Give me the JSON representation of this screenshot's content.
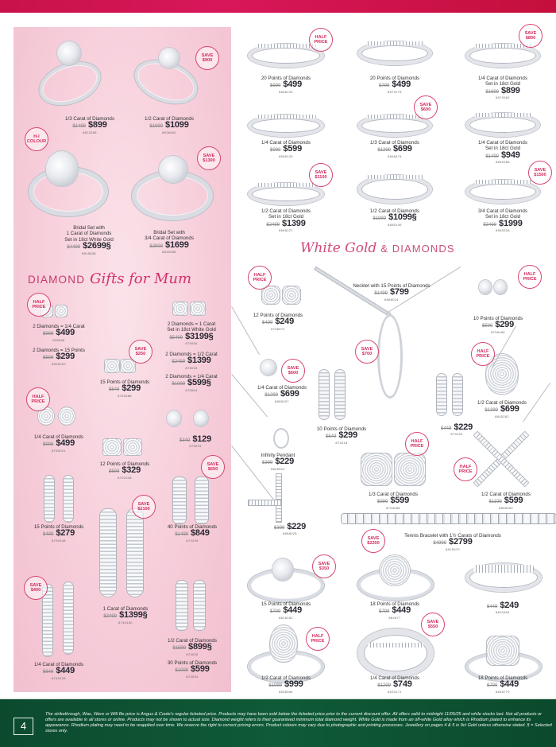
{
  "page": {
    "page_number": "4",
    "colors": {
      "banner": "#c8124a",
      "panel_pink": "#f6ccd9",
      "badge_pink": "#d42a5c",
      "footer_green": "#0f5a37"
    }
  },
  "sections": {
    "left_title_caps": "DIAMOND",
    "left_title_script": "Gifts for Mum",
    "right_title_script": "White Gold",
    "right_title_caps": "& DIAMONDS"
  },
  "left_products": [
    {
      "name": "1/3 Carat of Diamonds",
      "was": "$1499",
      "now": "$899",
      "sku": "8623288"
    },
    {
      "name": "1/2 Carat of Diamonds",
      "was": "$1999",
      "now": "$1099",
      "sku": "8928462",
      "badge": [
        "SAVE",
        "$900"
      ]
    },
    {
      "name": "Bridal Set with|1 Carat of Diamonds|Set in 18ct White Gold",
      "was": "$4499",
      "now": "$2699§",
      "sku": "8545838",
      "badge": [
        "H-I",
        "COLOUR"
      ]
    },
    {
      "name": "Bridal Set with|3/4 Carat of Diamonds",
      "was": "$2999",
      "now": "$1699",
      "sku": "8545058",
      "badge": [
        "SAVE",
        "$1300"
      ]
    }
  ],
  "gifts": [
    {
      "name": "2 Diamonds = 1/4 Carat",
      "was": "$999",
      "now": "$499",
      "sku": "835068",
      "badge": [
        "HALF",
        "PRICE"
      ]
    },
    {
      "name": "2 Diamonds = 15 Points",
      "was": "$599",
      "now": "$299",
      "sku": "8356020"
    },
    {
      "name": "2 Diamonds = 1 Carat|Set in 18ct White Gold",
      "was": "$5499",
      "now": "$3199§",
      "sku": "875054"
    },
    {
      "name": "15 Points of Diamonds",
      "was": "$549",
      "now": "$299",
      "sku": "8753388",
      "badge": [
        "SAVE",
        "$250"
      ]
    },
    {
      "name": "2 Diamonds = 1/2 Carat",
      "was": "$2499",
      "now": "$1399",
      "sku": "875033"
    },
    {
      "name": "2 Diamonds = 1/4 Carat",
      "was": "$1099",
      "now": "$599§",
      "sku": "875064"
    },
    {
      "name": "1/4 Carat of Diamonds",
      "was": "$999",
      "now": "$499",
      "sku": "8789021",
      "badge": [
        "HALF",
        "PRICE"
      ]
    },
    {
      "name": "",
      "was": "$349",
      "now": "$129",
      "sku": "879023"
    },
    {
      "name": "12 Points of Diamonds",
      "was": "$599",
      "now": "$329",
      "sku": "8791048"
    },
    {
      "name": "15 Points of Diamonds",
      "was": "$499",
      "now": "$279",
      "sku": "8790248"
    },
    {
      "name": "40 Points of Diamonds",
      "was": "$1499",
      "now": "$849",
      "sku": "874249",
      "badge": [
        "SAVE",
        "$650"
      ]
    },
    {
      "name": "1 Carat of Diamonds",
      "was": "$3499",
      "now": "$1399§",
      "sku": "8740180",
      "badge": [
        "SAVE",
        "$2100"
      ]
    },
    {
      "name": "1/4 Carat of Diamonds",
      "was": "$849",
      "now": "$449",
      "sku": "8740103",
      "badge": [
        "SAVE",
        "$400"
      ]
    },
    {
      "name": "1/2 Carat of Diamonds",
      "was": "$1599",
      "now": "$899§",
      "sku": "874025"
    },
    {
      "name": "30 Points of Diamonds",
      "was": "$1099",
      "now": "$599",
      "sku": "874034"
    }
  ],
  "bands": [
    {
      "name": "20 Points of Diamonds",
      "was": "$999",
      "now": "$499",
      "sku": "8568133",
      "badge": [
        "HALF",
        "PRICE"
      ]
    },
    {
      "name": "20 Points of Diamonds",
      "was": "$799",
      "now": "$499",
      "sku": "8579175"
    },
    {
      "name": "1/4 Carat of Diamonds|Set in 18ct Gold",
      "was": "$1699",
      "now": "$899",
      "sku": "8579382",
      "badge": [
        "SAVE",
        "$800"
      ]
    },
    {
      "name": "1/4 Carat of Diamonds",
      "was": "$999",
      "now": "$599",
      "sku": "8569133"
    },
    {
      "name": "1/3 Carat of Diamonds",
      "was": "$1299",
      "now": "$699",
      "sku": "8565474",
      "badge": [
        "SAVE",
        "$600"
      ]
    },
    {
      "name": "1/4 Carat of Diamonds|Set in 18ct Gold",
      "was": "$1499",
      "now": "$949",
      "sku": "8565186"
    },
    {
      "name": "1/2 Carat of Diamonds|Set in 18ct Gold",
      "was": "$2499",
      "now": "$1399",
      "sku": "8585227",
      "badge": [
        "SAVE",
        "$1100"
      ]
    },
    {
      "name": "1/2 Carat of Diamonds",
      "was": "$1999",
      "now": "$1099§",
      "sku": "8580199"
    },
    {
      "name": "3/4 Carat of Diamonds|Set in 18ct Gold",
      "was": "$3499",
      "now": "$1999",
      "sku": "8580328",
      "badge": [
        "SAVE",
        "$1500"
      ]
    }
  ],
  "white_gold": [
    {
      "name": "12 Points of Diamonds",
      "was": "$499",
      "now": "$249",
      "sku": "8758072",
      "badge": [
        "HALF",
        "PRICE"
      ]
    },
    {
      "name": "Necklet with 15 Points of Diamonds",
      "was": "$1499",
      "now": "$799",
      "sku": "8888024",
      "badge": [
        "SAVE",
        "$700"
      ]
    },
    {
      "name": "10 Points of Diamonds",
      "was": "$599",
      "now": "$299",
      "sku": "8758166",
      "badge": [
        "HALF",
        "PRICE"
      ]
    },
    {
      "name": "1/4 Carat of Diamonds",
      "was": "$1299",
      "now": "$699",
      "sku": "8885007",
      "badge": [
        "SAVE",
        "$600"
      ]
    },
    {
      "name": "10 Points of Diamonds",
      "was": "$549",
      "now": "$299",
      "sku": "874318"
    },
    {
      "name": "",
      "was": "$449",
      "now": "$229",
      "sku": "874034"
    },
    {
      "name": "1/2 Carat of Diamonds",
      "was": "$1399",
      "now": "$699",
      "sku": "8845282",
      "badge": [
        "HALF",
        "PRICE"
      ]
    },
    {
      "name": "Infinity Pendant",
      "was": "$399",
      "now": "$229",
      "sku": "8845512"
    },
    {
      "name": "1/3 Carat of Diamonds",
      "was": "$999",
      "now": "$599",
      "sku": "8793088",
      "badge": [
        "HALF",
        "PRICE"
      ]
    },
    {
      "name": "1/2 Carat of Diamonds",
      "was": "$1199",
      "now": "$599",
      "sku": "8855050",
      "badge": [
        "HALF",
        "PRICE"
      ]
    },
    {
      "name": "",
      "was": "$399",
      "now": "$229",
      "sku": "8888025"
    },
    {
      "name": "Tennis Bracelet with 1½ Carats of Diamonds",
      "was": "$4999",
      "now": "$2799",
      "sku": "8815070",
      "badge": [
        "SAVE",
        "$2200"
      ]
    }
  ],
  "bottom_rings": [
    {
      "name": "15 Points of Diamonds",
      "was": "$799",
      "now": "$449",
      "sku": "8625282",
      "badge": [
        "SAVE",
        "$350"
      ]
    },
    {
      "name": "18 Points of Diamonds",
      "was": "$799",
      "now": "$449",
      "sku": "864977"
    },
    {
      "name": "",
      "was": "$449",
      "now": "$249",
      "sku": "8621804"
    },
    {
      "name": "1/2 Carat of Diamonds",
      "was": "$1999",
      "now": "$999",
      "sku": "8565084",
      "badge": [
        "HALF",
        "PRICE"
      ]
    },
    {
      "name": "1/4 Carat of Diamonds",
      "was": "$1299",
      "now": "$749",
      "sku": "8633171",
      "badge": [
        "SAVE",
        "$550"
      ]
    },
    {
      "name": "18 Points of Diamonds",
      "was": "$799",
      "now": "$449",
      "sku": "8648779"
    }
  ],
  "footer": {
    "disclaimer": "The strikethrough, Was, Were or Will Be price is Angus & Coote's regular ticketed price. Products may have been sold below the ticketed price prior to the current discount offer. All offers valid to midnight 11/05/25 and while stocks last. Not all products or offers are available in all stores or online. Products may not be shown to actual size. Diamond weight refers to their guaranteed minimum total diamond weight. White Gold is made from an off-white Gold alloy which is Rhodium plated to enhance its appearance. Rhodium plating may need to be reapplied over time. We reserve the right to correct pricing errors. Product colours may vary due to photographic and printing processes. Jewellery on pages 4 & 5 is 9ct Gold unless otherwise stated. § = Selected stores only."
  }
}
